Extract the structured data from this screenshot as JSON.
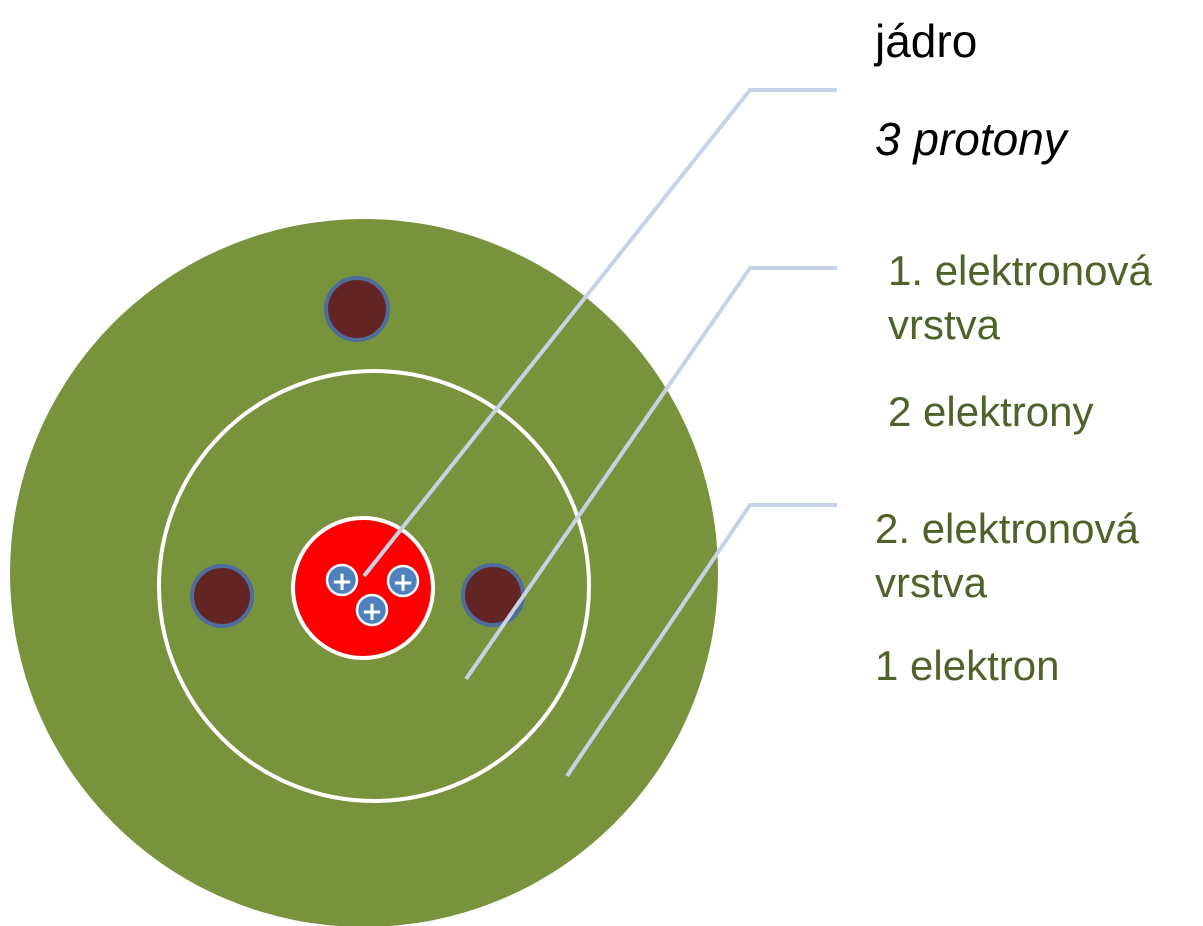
{
  "labels": {
    "nucleus_title": "jádro",
    "nucleus_detail": "3 protony",
    "shell1_title": "1. elektronová vrstva",
    "shell1_detail": "2 elektrony",
    "shell2_title": "2. elektronová vrstva",
    "shell2_detail": "1 elektron"
  },
  "symbols": {
    "proton_sign": "+"
  },
  "colors": {
    "outer_shell": "#77933c",
    "nucleus": "#ff0000",
    "electron": "#632523",
    "electron_outline": "#4f6d9c",
    "proton": "#4f81bd",
    "ring": "#ffffff",
    "leader_line": "#c6d3e6",
    "label_green": "#4f6228",
    "label_black": "#000000"
  },
  "counts": {
    "protons": 3,
    "electrons_shell_1": 2,
    "electrons_shell_2": 1
  }
}
